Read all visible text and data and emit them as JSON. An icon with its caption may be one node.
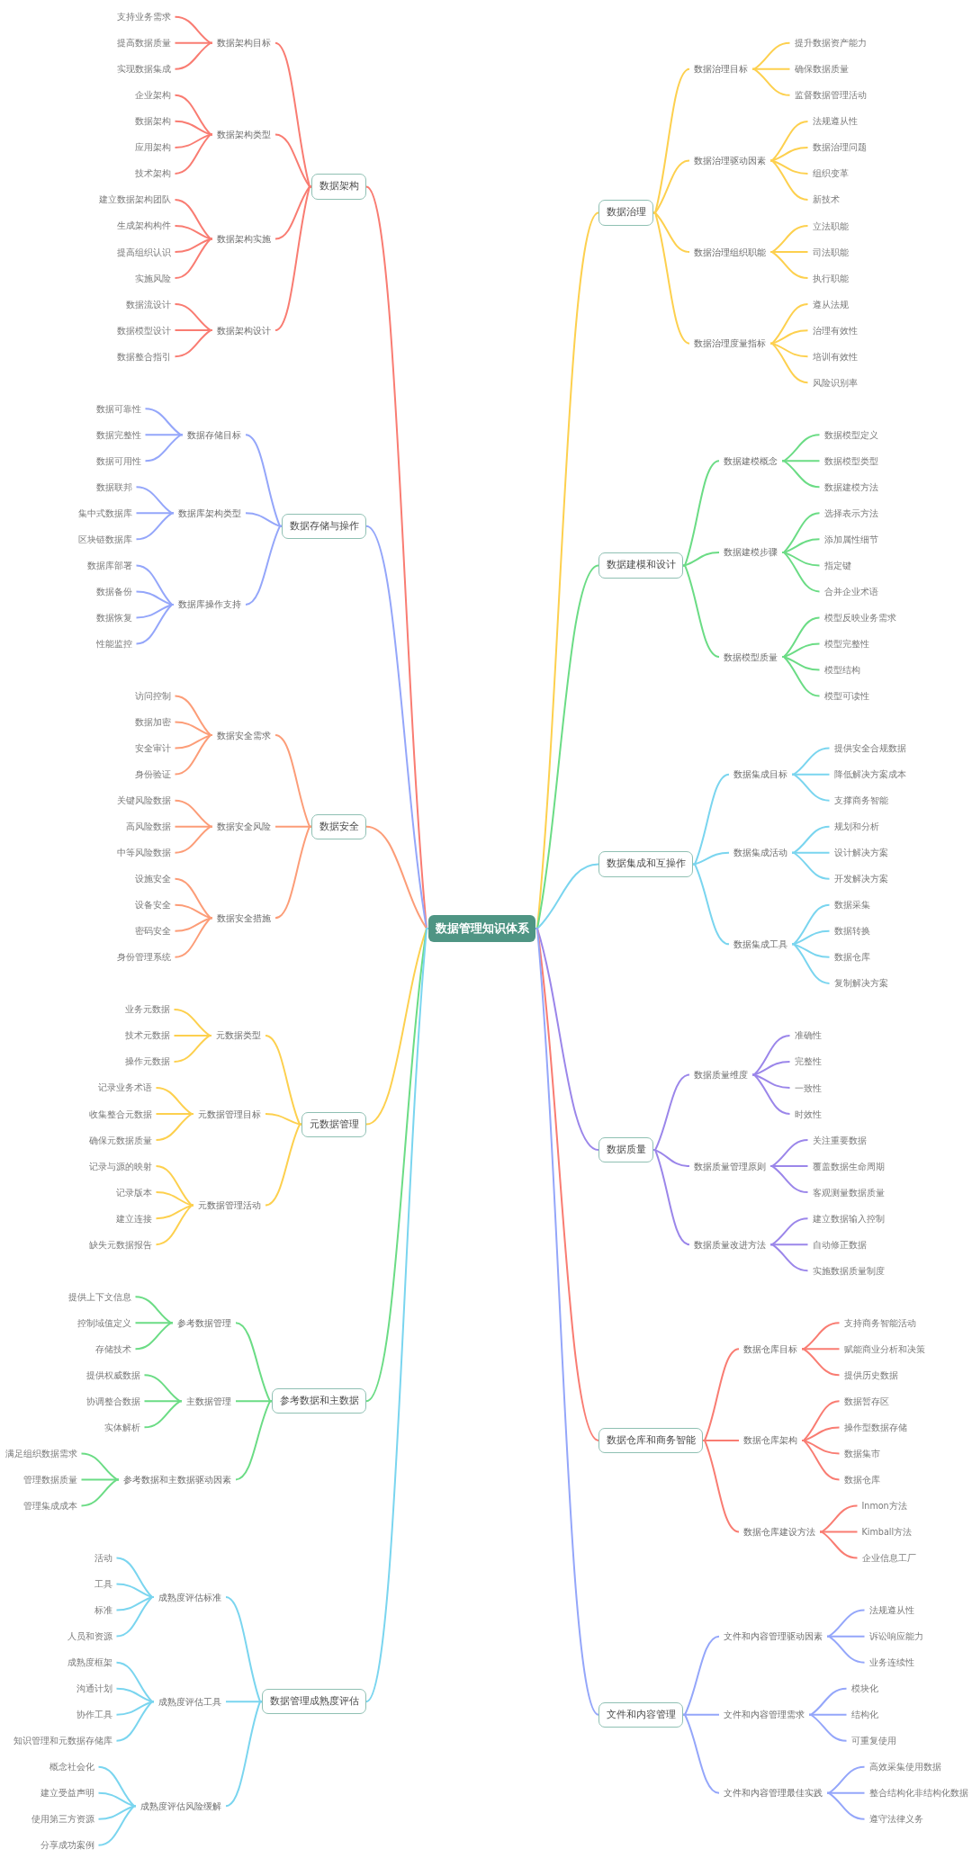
{
  "diagram": {
    "nodes": [
      {
        "text": [
          "数据管理知识体系"
        ]
      },
      {
        "text": [
          "数据架构"
        ]
      },
      {
        "text": [
          "数据架构目标"
        ]
      },
      {
        "text": [
          "支持业务需求"
        ]
      },
      {
        "text": [
          "提高数据质量"
        ]
      },
      {
        "text": [
          "实现数据集成"
        ]
      },
      {
        "text": [
          "数据架构类型"
        ]
      },
      {
        "text": [
          "企业架构"
        ]
      },
      {
        "text": [
          "数据架构"
        ]
      },
      {
        "text": [
          "应用架构"
        ]
      },
      {
        "text": [
          "技术架构"
        ]
      },
      {
        "text": [
          "数据架构实施"
        ]
      },
      {
        "text": [
          "建立数据架构团队"
        ]
      },
      {
        "text": [
          "生成架构构件"
        ]
      },
      {
        "text": [
          "提高组织认识"
        ]
      },
      {
        "text": [
          "实施风险"
        ]
      },
      {
        "text": [
          "数据架构设计"
        ]
      },
      {
        "text": [
          "数据流设计"
        ]
      },
      {
        "text": [
          "数据模型设计"
        ]
      },
      {
        "text": [
          "数据整合指引"
        ]
      },
      {
        "text": [
          "数据存储与操作"
        ]
      },
      {
        "text": [
          "数据存储目标"
        ]
      },
      {
        "text": [
          "数据可靠性"
        ]
      },
      {
        "text": [
          "数据完整性"
        ]
      },
      {
        "text": [
          "数据可用性"
        ]
      },
      {
        "text": [
          "数据库架构类型"
        ]
      },
      {
        "text": [
          "数据联邦"
        ]
      },
      {
        "text": [
          "集中式数据库"
        ]
      },
      {
        "text": [
          "区块链数据库"
        ]
      },
      {
        "text": [
          "数据库操作支持"
        ]
      },
      {
        "text": [
          "数据库部署"
        ]
      },
      {
        "text": [
          "数据备份"
        ]
      },
      {
        "text": [
          "数据恢复"
        ]
      },
      {
        "text": [
          "性能监控"
        ]
      },
      {
        "text": [
          "数据安全"
        ]
      },
      {
        "text": [
          "数据安全需求"
        ]
      },
      {
        "text": [
          "访问控制"
        ]
      },
      {
        "text": [
          "数据加密"
        ]
      },
      {
        "text": [
          "安全审计"
        ]
      },
      {
        "text": [
          "身份验证"
        ]
      },
      {
        "text": [
          "数据安全风险"
        ]
      },
      {
        "text": [
          "关键风险数据"
        ]
      },
      {
        "text": [
          "高风险数据"
        ]
      },
      {
        "text": [
          "中等风险数据"
        ]
      },
      {
        "text": [
          "数据安全措施"
        ]
      },
      {
        "text": [
          "设施安全"
        ]
      },
      {
        "text": [
          "设备安全"
        ]
      },
      {
        "text": [
          "密码安全"
        ]
      },
      {
        "text": [
          "身份管理系统"
        ]
      },
      {
        "text": [
          "元数据管理"
        ]
      },
      {
        "text": [
          "元数据类型"
        ]
      },
      {
        "text": [
          "业务元数据"
        ]
      },
      {
        "text": [
          "技术元数据"
        ]
      },
      {
        "text": [
          "操作元数据"
        ]
      },
      {
        "text": [
          "元数据管理目标"
        ]
      },
      {
        "text": [
          "记录业务术语"
        ]
      },
      {
        "text": [
          "收集整合元数据"
        ]
      },
      {
        "text": [
          "确保元数据质量"
        ]
      },
      {
        "text": [
          "元数据管理活动"
        ]
      },
      {
        "text": [
          "记录与源的映射"
        ]
      },
      {
        "text": [
          "记录版本"
        ]
      },
      {
        "text": [
          "建立连接"
        ]
      },
      {
        "text": [
          "缺失元数据报告"
        ]
      },
      {
        "text": [
          "参考数据和主数据"
        ]
      },
      {
        "text": [
          "参考数据管理"
        ]
      },
      {
        "text": [
          "提供上下文信息"
        ]
      },
      {
        "text": [
          "控制域值定义"
        ]
      },
      {
        "text": [
          "存储技术"
        ]
      },
      {
        "text": [
          "主数据管理"
        ]
      },
      {
        "text": [
          "提供权威数据"
        ]
      },
      {
        "text": [
          "协调整合数据"
        ]
      },
      {
        "text": [
          "实体解析"
        ]
      },
      {
        "text": [
          "参考数据和主数据驱动因素"
        ]
      },
      {
        "text": [
          "满足组织数据需求"
        ]
      },
      {
        "text": [
          "管理数据质量"
        ]
      },
      {
        "text": [
          "管理集成成本"
        ]
      },
      {
        "text": [
          "数据管理成熟度评估"
        ]
      },
      {
        "text": [
          "成熟度评估标准"
        ]
      },
      {
        "text": [
          "活动"
        ]
      },
      {
        "text": [
          "工具"
        ]
      },
      {
        "text": [
          "标准"
        ]
      },
      {
        "text": [
          "人员和资源"
        ]
      },
      {
        "text": [
          "成熟度评估工具"
        ]
      },
      {
        "text": [
          "成熟度框架"
        ]
      },
      {
        "text": [
          "沟通计划"
        ]
      },
      {
        "text": [
          "协作工具"
        ]
      },
      {
        "text": [
          "知识管理和元数据存储库"
        ]
      },
      {
        "text": [
          "成熟度评估风险缓解"
        ]
      },
      {
        "text": [
          "概念社会化"
        ]
      },
      {
        "text": [
          "建立受益声明"
        ]
      },
      {
        "text": [
          "使用第三方资源"
        ]
      },
      {
        "text": [
          "分享成功案例"
        ]
      },
      {
        "text": [
          "数据治理"
        ]
      },
      {
        "text": [
          "数据治理目标"
        ]
      },
      {
        "text": [
          "提升数据资产能力"
        ]
      },
      {
        "text": [
          "确保数据质量"
        ]
      },
      {
        "text": [
          "监督数据管理活动"
        ]
      },
      {
        "text": [
          "数据治理驱动因素"
        ]
      },
      {
        "text": [
          "法规遵从性"
        ]
      },
      {
        "text": [
          "数据治理问题"
        ]
      },
      {
        "text": [
          "组织变革"
        ]
      },
      {
        "text": [
          "新技术"
        ]
      },
      {
        "text": [
          "数据治理组织职能"
        ]
      },
      {
        "text": [
          "立法职能"
        ]
      },
      {
        "text": [
          "司法职能"
        ]
      },
      {
        "text": [
          "执行职能"
        ]
      },
      {
        "text": [
          "数据治理度量指标"
        ]
      },
      {
        "text": [
          "遵从法规"
        ]
      },
      {
        "text": [
          "治理有效性"
        ]
      },
      {
        "text": [
          "培训有效性"
        ]
      },
      {
        "text": [
          "风险识别率"
        ]
      },
      {
        "text": [
          "数据建模和设计"
        ]
      },
      {
        "text": [
          "数据建模概念"
        ]
      },
      {
        "text": [
          "数据模型定义"
        ]
      },
      {
        "text": [
          "数据模型类型"
        ]
      },
      {
        "text": [
          "数据建模方法"
        ]
      },
      {
        "text": [
          "数据建模步骤"
        ]
      },
      {
        "text": [
          "选择表示方法"
        ]
      },
      {
        "text": [
          "添加属性细节"
        ]
      },
      {
        "text": [
          "指定键"
        ]
      },
      {
        "text": [
          "合并企业术语"
        ]
      },
      {
        "text": [
          "数据模型质量"
        ]
      },
      {
        "text": [
          "模型反映业务需求"
        ]
      },
      {
        "text": [
          "模型完整性"
        ]
      },
      {
        "text": [
          "模型结构"
        ]
      },
      {
        "text": [
          "模型可读性"
        ]
      },
      {
        "text": [
          "数据集成和互操作"
        ]
      },
      {
        "text": [
          "数据集成目标"
        ]
      },
      {
        "text": [
          "提供安全合规数据"
        ]
      },
      {
        "text": [
          "降低解决方案成本"
        ]
      },
      {
        "text": [
          "支撑商务智能"
        ]
      },
      {
        "text": [
          "数据集成活动"
        ]
      },
      {
        "text": [
          "规划和分析"
        ]
      },
      {
        "text": [
          "设计解决方案"
        ]
      },
      {
        "text": [
          "开发解决方案"
        ]
      },
      {
        "text": [
          "数据集成工具"
        ]
      },
      {
        "text": [
          "数据采集"
        ]
      },
      {
        "text": [
          "数据转换"
        ]
      },
      {
        "text": [
          "数据仓库"
        ]
      },
      {
        "text": [
          "复制解决方案"
        ]
      },
      {
        "text": [
          "数据质量"
        ]
      },
      {
        "text": [
          "数据质量维度"
        ]
      },
      {
        "text": [
          "准确性"
        ]
      },
      {
        "text": [
          "完整性"
        ]
      },
      {
        "text": [
          "一致性"
        ]
      },
      {
        "text": [
          "时效性"
        ]
      },
      {
        "text": [
          "数据质量管理原则"
        ]
      },
      {
        "text": [
          "关注重要数据"
        ]
      },
      {
        "text": [
          "覆盖数据生命周期"
        ]
      },
      {
        "text": [
          "客观测量数据质量"
        ]
      },
      {
        "text": [
          "数据质量改进方法"
        ]
      },
      {
        "text": [
          "建立数据输入控制"
        ]
      },
      {
        "text": [
          "自动修正数据"
        ]
      },
      {
        "text": [
          "实施数据质量制度"
        ]
      },
      {
        "text": [
          "数据仓库和商务智能"
        ]
      },
      {
        "text": [
          "数据仓库目标"
        ]
      },
      {
        "text": [
          "支持商务智能活动"
        ]
      },
      {
        "text": [
          "赋能商业分析和决策"
        ]
      },
      {
        "text": [
          "提供历史数据"
        ]
      },
      {
        "text": [
          "数据仓库架构"
        ]
      },
      {
        "text": [
          "数据暂存区"
        ]
      },
      {
        "text": [
          "操作型数据存储"
        ]
      },
      {
        "text": [
          "数据集市"
        ]
      },
      {
        "text": [
          "数据仓库"
        ]
      },
      {
        "text": [
          "数据仓库建设方法"
        ]
      },
      {
        "text": [
          "Inmon方法"
        ]
      },
      {
        "text": [
          "Kimball方法"
        ]
      },
      {
        "text": [
          "企业信息工厂"
        ]
      },
      {
        "text": [
          "文件和内容管理"
        ]
      },
      {
        "text": [
          "文件和内容管理驱动因素"
        ]
      },
      {
        "text": [
          "法规遵从性"
        ]
      },
      {
        "text": [
          "诉讼响应能力"
        ]
      },
      {
        "text": [
          "业务连续性"
        ]
      },
      {
        "text": [
          "文件和内容管理需求"
        ]
      },
      {
        "text": [
          "模块化"
        ]
      },
      {
        "text": [
          "结构化"
        ]
      },
      {
        "text": [
          "可重复使用"
        ]
      },
      {
        "text": [
          "文件和内容管理最佳实践"
        ]
      },
      {
        "text": [
          "高效采集使用数据"
        ]
      },
      {
        "text": [
          "整合结构化非结构化数据"
        ]
      },
      {
        "text": [
          "遵守法律义务"
        ]
      }
    ],
    "edges": [
      {
        "from": 0,
        "to": 1,
        "arrow": "none",
        "color": "#f97c72"
      },
      {
        "from": 1,
        "to": 2,
        "arrow": "none",
        "color": "#f97c72"
      },
      {
        "from": 2,
        "to": 3,
        "arrow": "none",
        "color": "#f97c72"
      },
      {
        "from": 2,
        "to": 4,
        "arrow": "none",
        "color": "#f97c72"
      },
      {
        "from": 2,
        "to": 5,
        "arrow": "none",
        "color": "#f97c72"
      },
      {
        "from": 1,
        "to": 6,
        "arrow": "none",
        "color": "#f97c72"
      },
      {
        "from": 6,
        "to": 7,
        "arrow": "none",
        "color": "#f97c72"
      },
      {
        "from": 6,
        "to": 8,
        "arrow": "none",
        "color": "#f97c72"
      },
      {
        "from": 6,
        "to": 9,
        "arrow": "none",
        "color": "#f97c72"
      },
      {
        "from": 6,
        "to": 10,
        "arrow": "none",
        "color": "#f97c72"
      },
      {
        "from": 1,
        "to": 11,
        "arrow": "none",
        "color": "#f97c72"
      },
      {
        "from": 11,
        "to": 12,
        "arrow": "none",
        "color": "#f97c72"
      },
      {
        "from": 11,
        "to": 13,
        "arrow": "none",
        "color": "#f97c72"
      },
      {
        "from": 11,
        "to": 14,
        "arrow": "none",
        "color": "#f97c72"
      },
      {
        "from": 11,
        "to": 15,
        "arrow": "none",
        "color": "#f97c72"
      },
      {
        "from": 1,
        "to": 16,
        "arrow": "none",
        "color": "#f97c72"
      },
      {
        "from": 16,
        "to": 17,
        "arrow": "none",
        "color": "#f97c72"
      },
      {
        "from": 16,
        "to": 18,
        "arrow": "none",
        "color": "#f97c72"
      },
      {
        "from": 16,
        "to": 19,
        "arrow": "none",
        "color": "#f97c72"
      },
      {
        "from": 0,
        "to": 20,
        "arrow": "none",
        "color": "#94a6fa"
      },
      {
        "from": 20,
        "to": 21,
        "arrow": "none",
        "color": "#94a6fa"
      },
      {
        "from": 21,
        "to": 22,
        "arrow": "none",
        "color": "#94a6fa"
      },
      {
        "from": 21,
        "to": 23,
        "arrow": "none",
        "color": "#94a6fa"
      },
      {
        "from": 21,
        "to": 24,
        "arrow": "none",
        "color": "#94a6fa"
      },
      {
        "from": 20,
        "to": 25,
        "arrow": "none",
        "color": "#94a6fa"
      },
      {
        "from": 25,
        "to": 26,
        "arrow": "none",
        "color": "#94a6fa"
      },
      {
        "from": 25,
        "to": 27,
        "arrow": "none",
        "color": "#94a6fa"
      },
      {
        "from": 25,
        "to": 28,
        "arrow": "none",
        "color": "#94a6fa"
      },
      {
        "from": 20,
        "to": 29,
        "arrow": "none",
        "color": "#94a6fa"
      },
      {
        "from": 29,
        "to": 30,
        "arrow": "none",
        "color": "#94a6fa"
      },
      {
        "from": 29,
        "to": 31,
        "arrow": "none",
        "color": "#94a6fa"
      },
      {
        "from": 29,
        "to": 32,
        "arrow": "none",
        "color": "#94a6fa"
      },
      {
        "from": 29,
        "to": 33,
        "arrow": "none",
        "color": "#94a6fa"
      },
      {
        "from": 0,
        "to": 34,
        "arrow": "none",
        "color": "#fc9d78"
      },
      {
        "from": 34,
        "to": 35,
        "arrow": "none",
        "color": "#fc9d78"
      },
      {
        "from": 35,
        "to": 36,
        "arrow": "none",
        "color": "#fc9d78"
      },
      {
        "from": 35,
        "to": 37,
        "arrow": "none",
        "color": "#fc9d78"
      },
      {
        "from": 35,
        "to": 38,
        "arrow": "none",
        "color": "#fc9d78"
      },
      {
        "from": 35,
        "to": 39,
        "arrow": "none",
        "color": "#fc9d78"
      },
      {
        "from": 34,
        "to": 40,
        "arrow": "none",
        "color": "#fc9d78"
      },
      {
        "from": 40,
        "to": 41,
        "arrow": "none",
        "color": "#fc9d78"
      },
      {
        "from": 40,
        "to": 42,
        "arrow": "none",
        "color": "#fc9d78"
      },
      {
        "from": 40,
        "to": 43,
        "arrow": "none",
        "color": "#fc9d78"
      },
      {
        "from": 34,
        "to": 44,
        "arrow": "none",
        "color": "#fc9d78"
      },
      {
        "from": 44,
        "to": 45,
        "arrow": "none",
        "color": "#fc9d78"
      },
      {
        "from": 44,
        "to": 46,
        "arrow": "none",
        "color": "#fc9d78"
      },
      {
        "from": 44,
        "to": 47,
        "arrow": "none",
        "color": "#fc9d78"
      },
      {
        "from": 44,
        "to": 48,
        "arrow": "none",
        "color": "#fc9d78"
      },
      {
        "from": 0,
        "to": 49,
        "arrow": "none",
        "color": "#fdd04e"
      },
      {
        "from": 49,
        "to": 50,
        "arrow": "none",
        "color": "#fdd04e"
      },
      {
        "from": 50,
        "to": 51,
        "arrow": "none",
        "color": "#fdd04e"
      },
      {
        "from": 50,
        "to": 52,
        "arrow": "none",
        "color": "#fdd04e"
      },
      {
        "from": 50,
        "to": 53,
        "arrow": "none",
        "color": "#fdd04e"
      },
      {
        "from": 49,
        "to": 54,
        "arrow": "none",
        "color": "#fdd04e"
      },
      {
        "from": 54,
        "to": 55,
        "arrow": "none",
        "color": "#fdd04e"
      },
      {
        "from": 54,
        "to": 56,
        "arrow": "none",
        "color": "#fdd04e"
      },
      {
        "from": 54,
        "to": 57,
        "arrow": "none",
        "color": "#fdd04e"
      },
      {
        "from": 49,
        "to": 58,
        "arrow": "none",
        "color": "#fdd04e"
      },
      {
        "from": 58,
        "to": 59,
        "arrow": "none",
        "color": "#fdd04e"
      },
      {
        "from": 58,
        "to": 60,
        "arrow": "none",
        "color": "#fdd04e"
      },
      {
        "from": 58,
        "to": 61,
        "arrow": "none",
        "color": "#fdd04e"
      },
      {
        "from": 58,
        "to": 62,
        "arrow": "none",
        "color": "#fdd04e"
      },
      {
        "from": 0,
        "to": 63,
        "arrow": "none",
        "color": "#6bdc85"
      },
      {
        "from": 63,
        "to": 64,
        "arrow": "none",
        "color": "#6bdc85"
      },
      {
        "from": 64,
        "to": 65,
        "arrow": "none",
        "color": "#6bdc85"
      },
      {
        "from": 64,
        "to": 66,
        "arrow": "none",
        "color": "#6bdc85"
      },
      {
        "from": 64,
        "to": 67,
        "arrow": "none",
        "color": "#6bdc85"
      },
      {
        "from": 63,
        "to": 68,
        "arrow": "none",
        "color": "#6bdc85"
      },
      {
        "from": 68,
        "to": 69,
        "arrow": "none",
        "color": "#6bdc85"
      },
      {
        "from": 68,
        "to": 70,
        "arrow": "none",
        "color": "#6bdc85"
      },
      {
        "from": 68,
        "to": 71,
        "arrow": "none",
        "color": "#6bdc85"
      },
      {
        "from": 63,
        "to": 72,
        "arrow": "none",
        "color": "#6bdc85"
      },
      {
        "from": 72,
        "to": 73,
        "arrow": "none",
        "color": "#6bdc85"
      },
      {
        "from": 72,
        "to": 74,
        "arrow": "none",
        "color": "#6bdc85"
      },
      {
        "from": 72,
        "to": 75,
        "arrow": "none",
        "color": "#6bdc85"
      },
      {
        "from": 0,
        "to": 76,
        "arrow": "none",
        "color": "#7ad5ef"
      },
      {
        "from": 76,
        "to": 77,
        "arrow": "none",
        "color": "#7ad5ef"
      },
      {
        "from": 77,
        "to": 78,
        "arrow": "none",
        "color": "#7ad5ef"
      },
      {
        "from": 77,
        "to": 79,
        "arrow": "none",
        "color": "#7ad5ef"
      },
      {
        "from": 77,
        "to": 80,
        "arrow": "none",
        "color": "#7ad5ef"
      },
      {
        "from": 77,
        "to": 81,
        "arrow": "none",
        "color": "#7ad5ef"
      },
      {
        "from": 76,
        "to": 82,
        "arrow": "none",
        "color": "#7ad5ef"
      },
      {
        "from": 82,
        "to": 83,
        "arrow": "none",
        "color": "#7ad5ef"
      },
      {
        "from": 82,
        "to": 84,
        "arrow": "none",
        "color": "#7ad5ef"
      },
      {
        "from": 82,
        "to": 85,
        "arrow": "none",
        "color": "#7ad5ef"
      },
      {
        "from": 82,
        "to": 86,
        "arrow": "none",
        "color": "#7ad5ef"
      },
      {
        "from": 76,
        "to": 87,
        "arrow": "none",
        "color": "#7ad5ef"
      },
      {
        "from": 87,
        "to": 88,
        "arrow": "none",
        "color": "#7ad5ef"
      },
      {
        "from": 87,
        "to": 89,
        "arrow": "none",
        "color": "#7ad5ef"
      },
      {
        "from": 87,
        "to": 90,
        "arrow": "none",
        "color": "#7ad5ef"
      },
      {
        "from": 87,
        "to": 91,
        "arrow": "none",
        "color": "#7ad5ef"
      },
      {
        "from": 0,
        "to": 92,
        "arrow": "none",
        "color": "#fdd04e"
      },
      {
        "from": 92,
        "to": 93,
        "arrow": "none",
        "color": "#fdd04e"
      },
      {
        "from": 93,
        "to": 94,
        "arrow": "none",
        "color": "#fdd04e"
      },
      {
        "from": 93,
        "to": 95,
        "arrow": "none",
        "color": "#fdd04e"
      },
      {
        "from": 93,
        "to": 96,
        "arrow": "none",
        "color": "#fdd04e"
      },
      {
        "from": 92,
        "to": 97,
        "arrow": "none",
        "color": "#fdd04e"
      },
      {
        "from": 97,
        "to": 98,
        "arrow": "none",
        "color": "#fdd04e"
      },
      {
        "from": 97,
        "to": 99,
        "arrow": "none",
        "color": "#fdd04e"
      },
      {
        "from": 97,
        "to": 100,
        "arrow": "none",
        "color": "#fdd04e"
      },
      {
        "from": 97,
        "to": 101,
        "arrow": "none",
        "color": "#fdd04e"
      },
      {
        "from": 92,
        "to": 102,
        "arrow": "none",
        "color": "#fdd04e"
      },
      {
        "from": 102,
        "to": 103,
        "arrow": "none",
        "color": "#fdd04e"
      },
      {
        "from": 102,
        "to": 104,
        "arrow": "none",
        "color": "#fdd04e"
      },
      {
        "from": 102,
        "to": 105,
        "arrow": "none",
        "color": "#fdd04e"
      },
      {
        "from": 92,
        "to": 106,
        "arrow": "none",
        "color": "#fdd04e"
      },
      {
        "from": 106,
        "to": 107,
        "arrow": "none",
        "color": "#fdd04e"
      },
      {
        "from": 106,
        "to": 108,
        "arrow": "none",
        "color": "#fdd04e"
      },
      {
        "from": 106,
        "to": 109,
        "arrow": "none",
        "color": "#fdd04e"
      },
      {
        "from": 106,
        "to": 110,
        "arrow": "none",
        "color": "#fdd04e"
      },
      {
        "from": 0,
        "to": 111,
        "arrow": "none",
        "color": "#6bdc85"
      },
      {
        "from": 111,
        "to": 112,
        "arrow": "none",
        "color": "#6bdc85"
      },
      {
        "from": 112,
        "to": 113,
        "arrow": "none",
        "color": "#6bdc85"
      },
      {
        "from": 112,
        "to": 114,
        "arrow": "none",
        "color": "#6bdc85"
      },
      {
        "from": 112,
        "to": 115,
        "arrow": "none",
        "color": "#6bdc85"
      },
      {
        "from": 111,
        "to": 116,
        "arrow": "none",
        "color": "#6bdc85"
      },
      {
        "from": 116,
        "to": 117,
        "arrow": "none",
        "color": "#6bdc85"
      },
      {
        "from": 116,
        "to": 118,
        "arrow": "none",
        "color": "#6bdc85"
      },
      {
        "from": 116,
        "to": 119,
        "arrow": "none",
        "color": "#6bdc85"
      },
      {
        "from": 116,
        "to": 120,
        "arrow": "none",
        "color": "#6bdc85"
      },
      {
        "from": 111,
        "to": 121,
        "arrow": "none",
        "color": "#6bdc85"
      },
      {
        "from": 121,
        "to": 122,
        "arrow": "none",
        "color": "#6bdc85"
      },
      {
        "from": 121,
        "to": 123,
        "arrow": "none",
        "color": "#6bdc85"
      },
      {
        "from": 121,
        "to": 124,
        "arrow": "none",
        "color": "#6bdc85"
      },
      {
        "from": 121,
        "to": 125,
        "arrow": "none",
        "color": "#6bdc85"
      },
      {
        "from": 0,
        "to": 126,
        "arrow": "none",
        "color": "#7ad5ef"
      },
      {
        "from": 126,
        "to": 127,
        "arrow": "none",
        "color": "#7ad5ef"
      },
      {
        "from": 127,
        "to": 128,
        "arrow": "none",
        "color": "#7ad5ef"
      },
      {
        "from": 127,
        "to": 129,
        "arrow": "none",
        "color": "#7ad5ef"
      },
      {
        "from": 127,
        "to": 130,
        "arrow": "none",
        "color": "#7ad5ef"
      },
      {
        "from": 126,
        "to": 131,
        "arrow": "none",
        "color": "#7ad5ef"
      },
      {
        "from": 131,
        "to": 132,
        "arrow": "none",
        "color": "#7ad5ef"
      },
      {
        "from": 131,
        "to": 133,
        "arrow": "none",
        "color": "#7ad5ef"
      },
      {
        "from": 131,
        "to": 134,
        "arrow": "none",
        "color": "#7ad5ef"
      },
      {
        "from": 126,
        "to": 135,
        "arrow": "none",
        "color": "#7ad5ef"
      },
      {
        "from": 135,
        "to": 136,
        "arrow": "none",
        "color": "#7ad5ef"
      },
      {
        "from": 135,
        "to": 137,
        "arrow": "none",
        "color": "#7ad5ef"
      },
      {
        "from": 135,
        "to": 138,
        "arrow": "none",
        "color": "#7ad5ef"
      },
      {
        "from": 135,
        "to": 139,
        "arrow": "none",
        "color": "#7ad5ef"
      },
      {
        "from": 0,
        "to": 140,
        "arrow": "none",
        "color": "#9b86ea"
      },
      {
        "from": 140,
        "to": 141,
        "arrow": "none",
        "color": "#9b86ea"
      },
      {
        "from": 141,
        "to": 142,
        "arrow": "none",
        "color": "#9b86ea"
      },
      {
        "from": 141,
        "to": 143,
        "arrow": "none",
        "color": "#9b86ea"
      },
      {
        "from": 141,
        "to": 144,
        "arrow": "none",
        "color": "#9b86ea"
      },
      {
        "from": 141,
        "to": 145,
        "arrow": "none",
        "color": "#9b86ea"
      },
      {
        "from": 140,
        "to": 146,
        "arrow": "none",
        "color": "#9b86ea"
      },
      {
        "from": 146,
        "to": 147,
        "arrow": "none",
        "color": "#9b86ea"
      },
      {
        "from": 146,
        "to": 148,
        "arrow": "none",
        "color": "#9b86ea"
      },
      {
        "from": 146,
        "to": 149,
        "arrow": "none",
        "color": "#9b86ea"
      },
      {
        "from": 140,
        "to": 150,
        "arrow": "none",
        "color": "#9b86ea"
      },
      {
        "from": 150,
        "to": 151,
        "arrow": "none",
        "color": "#9b86ea"
      },
      {
        "from": 150,
        "to": 152,
        "arrow": "none",
        "color": "#9b86ea"
      },
      {
        "from": 150,
        "to": 153,
        "arrow": "none",
        "color": "#9b86ea"
      },
      {
        "from": 0,
        "to": 154,
        "arrow": "none",
        "color": "#f97c72"
      },
      {
        "from": 154,
        "to": 155,
        "arrow": "none",
        "color": "#f97c72"
      },
      {
        "from": 155,
        "to": 156,
        "arrow": "none",
        "color": "#f97c72"
      },
      {
        "from": 155,
        "to": 157,
        "arrow": "none",
        "color": "#f97c72"
      },
      {
        "from": 155,
        "to": 158,
        "arrow": "none",
        "color": "#f97c72"
      },
      {
        "from": 154,
        "to": 159,
        "arrow": "none",
        "color": "#f97c72"
      },
      {
        "from": 159,
        "to": 160,
        "arrow": "none",
        "color": "#f97c72"
      },
      {
        "from": 159,
        "to": 161,
        "arrow": "none",
        "color": "#f97c72"
      },
      {
        "from": 159,
        "to": 162,
        "arrow": "none",
        "color": "#f97c72"
      },
      {
        "from": 159,
        "to": 163,
        "arrow": "none",
        "color": "#f97c72"
      },
      {
        "from": 154,
        "to": 164,
        "arrow": "none",
        "color": "#f97c72"
      },
      {
        "from": 164,
        "to": 165,
        "arrow": "none",
        "color": "#f97c72"
      },
      {
        "from": 164,
        "to": 166,
        "arrow": "none",
        "color": "#f97c72"
      },
      {
        "from": 164,
        "to": 167,
        "arrow": "none",
        "color": "#f97c72"
      },
      {
        "from": 0,
        "to": 168,
        "arrow": "none",
        "color": "#94a6fa"
      },
      {
        "from": 168,
        "to": 169,
        "arrow": "none",
        "color": "#94a6fa"
      },
      {
        "from": 169,
        "to": 170,
        "arrow": "none",
        "color": "#94a6fa"
      },
      {
        "from": 169,
        "to": 171,
        "arrow": "none",
        "color": "#94a6fa"
      },
      {
        "from": 169,
        "to": 172,
        "arrow": "none",
        "color": "#94a6fa"
      },
      {
        "from": 168,
        "to": 173,
        "arrow": "none",
        "color": "#94a6fa"
      },
      {
        "from": 173,
        "to": 174,
        "arrow": "none",
        "color": "#94a6fa"
      },
      {
        "from": 173,
        "to": 175,
        "arrow": "none",
        "color": "#94a6fa"
      },
      {
        "from": 173,
        "to": 176,
        "arrow": "none",
        "color": "#94a6fa"
      },
      {
        "from": 168,
        "to": 177,
        "arrow": "none",
        "color": "#94a6fa"
      },
      {
        "from": 177,
        "to": 178,
        "arrow": "none",
        "color": "#94a6fa"
      },
      {
        "from": 177,
        "to": 179,
        "arrow": "none",
        "color": "#94a6fa"
      },
      {
        "from": 177,
        "to": 180,
        "arrow": "none",
        "color": "#94a6fa"
      }
    ]
  }
}
